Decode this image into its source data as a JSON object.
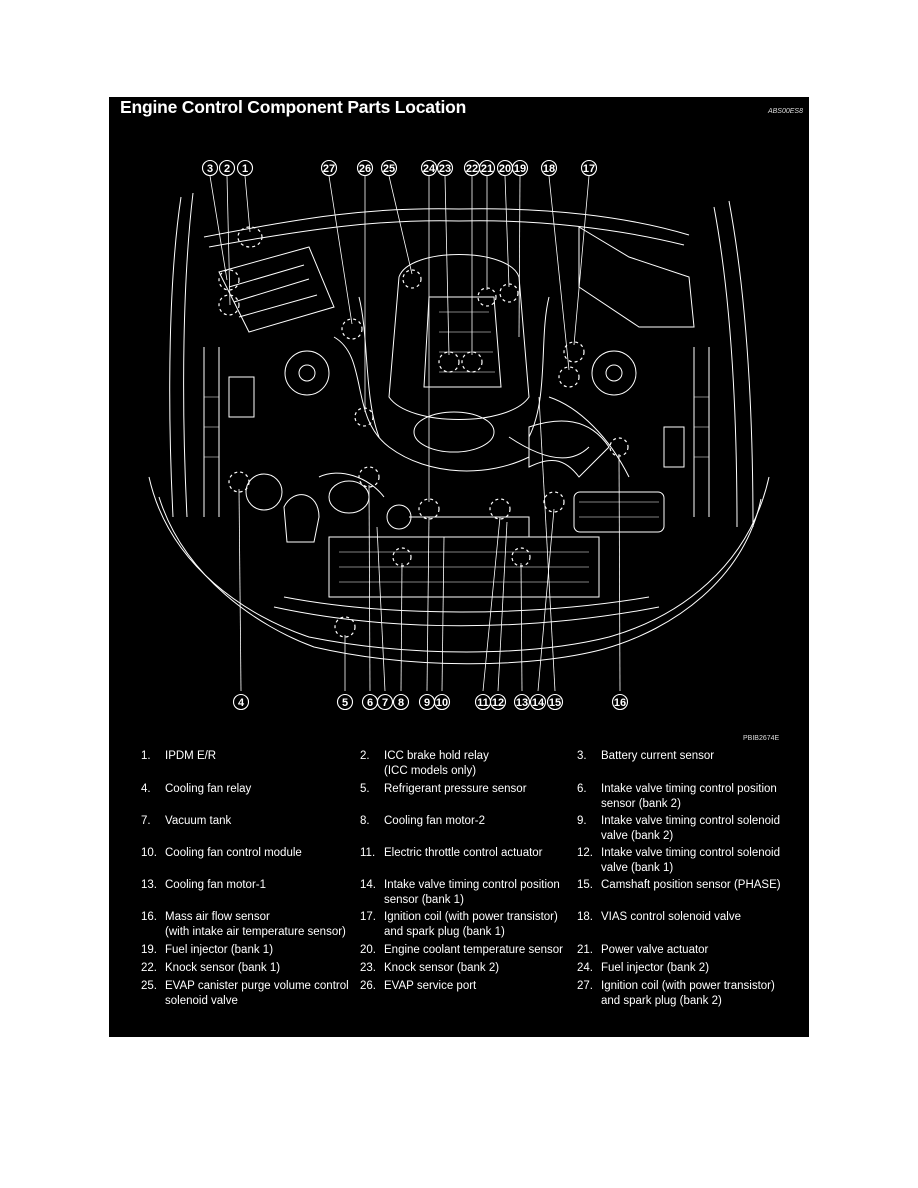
{
  "header": {
    "title": "Engine Control Component Parts Location",
    "code": "ABS00ES8"
  },
  "figure_code": "PBIB2674E",
  "legend": [
    {
      "num": "1.",
      "label": "IPDM E/R"
    },
    {
      "num": "2.",
      "label": "ICC brake hold relay\n(ICC models only)"
    },
    {
      "num": "3.",
      "label": "Battery current sensor"
    },
    {
      "num": "4.",
      "label": "Cooling fan relay"
    },
    {
      "num": "5.",
      "label": "Refrigerant pressure sensor"
    },
    {
      "num": "6.",
      "label": "Intake valve timing control position\nsensor (bank 2)"
    },
    {
      "num": "7.",
      "label": "Vacuum tank"
    },
    {
      "num": "8.",
      "label": "Cooling fan motor-2"
    },
    {
      "num": "9.",
      "label": "Intake valve timing control solenoid\nvalve (bank 2)"
    },
    {
      "num": "10.",
      "label": "Cooling fan control module"
    },
    {
      "num": "11.",
      "label": "Electric throttle control actuator"
    },
    {
      "num": "12.",
      "label": "Intake valve timing control solenoid\nvalve (bank 1)"
    },
    {
      "num": "13.",
      "label": "Cooling fan motor-1"
    },
    {
      "num": "14.",
      "label": "Intake valve timing control position\nsensor (bank 1)"
    },
    {
      "num": "15.",
      "label": "Camshaft position sensor (PHASE)"
    },
    {
      "num": "16.",
      "label": "Mass air flow sensor\n(with intake air temperature sensor)"
    },
    {
      "num": "17.",
      "label": "Ignition coil (with power transistor)\nand spark plug (bank 1)"
    },
    {
      "num": "18.",
      "label": "VIAS control solenoid valve"
    },
    {
      "num": "19.",
      "label": "Fuel injector (bank 1)"
    },
    {
      "num": "20.",
      "label": "Engine coolant temperature sensor"
    },
    {
      "num": "21.",
      "label": "Power valve actuator"
    },
    {
      "num": "22.",
      "label": "Knock sensor (bank 1)"
    },
    {
      "num": "23.",
      "label": "Knock sensor (bank 2)"
    },
    {
      "num": "24.",
      "label": "Fuel injector (bank 2)"
    },
    {
      "num": "25.",
      "label": "EVAP canister purge volume control\nsolenoid valve"
    },
    {
      "num": "26.",
      "label": "EVAP service port"
    },
    {
      "num": "27.",
      "label": "Ignition coil (with power transistor)\nand spark plug (bank 2)"
    }
  ],
  "callouts_top": [
    "3",
    "2",
    "1",
    "27",
    "26",
    "25",
    "24",
    "23",
    "22",
    "21",
    "20",
    "19",
    "18",
    "17"
  ],
  "callouts_bottom": [
    "4",
    "5",
    "6",
    "7",
    "8",
    "9",
    "10",
    "11",
    "12",
    "13",
    "14",
    "15",
    "16"
  ]
}
